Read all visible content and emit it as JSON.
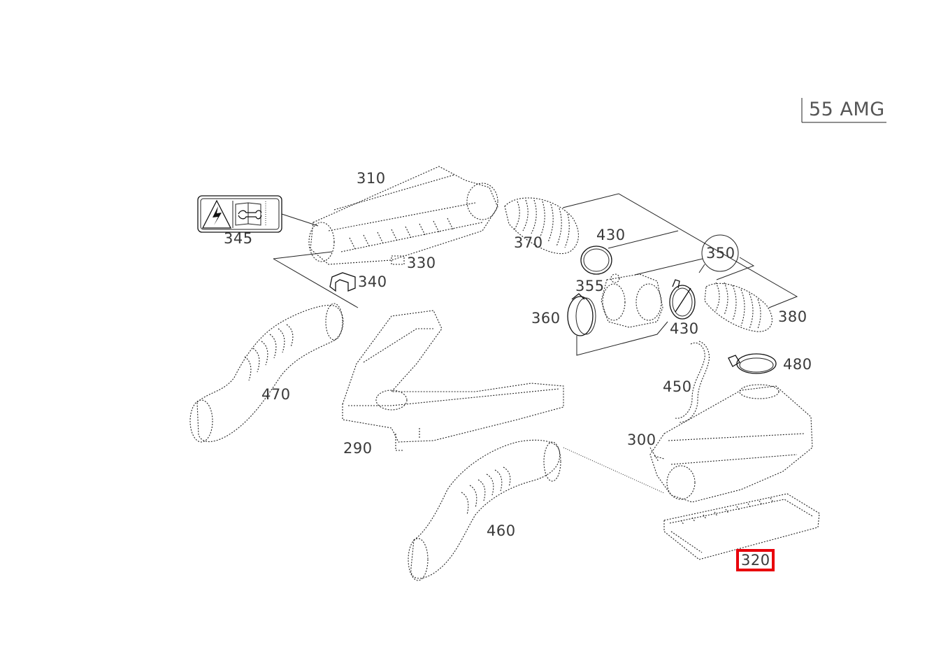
{
  "badge": {
    "text": "55 AMG"
  },
  "diagram": {
    "highlight_color": "#e8000b",
    "highlighted_part": "320",
    "parts": [
      {
        "id": "p310",
        "label": "310"
      },
      {
        "id": "p345",
        "label": "345"
      },
      {
        "id": "p330",
        "label": "330"
      },
      {
        "id": "p340",
        "label": "340"
      },
      {
        "id": "p370",
        "label": "370"
      },
      {
        "id": "p430a",
        "label": "430"
      },
      {
        "id": "p350",
        "label": "350"
      },
      {
        "id": "p355",
        "label": "355"
      },
      {
        "id": "p360",
        "label": "360"
      },
      {
        "id": "p430b",
        "label": "430"
      },
      {
        "id": "p380",
        "label": "380"
      },
      {
        "id": "p480",
        "label": "480"
      },
      {
        "id": "p450",
        "label": "450"
      },
      {
        "id": "p470",
        "label": "470"
      },
      {
        "id": "p290",
        "label": "290"
      },
      {
        "id": "p300",
        "label": "300"
      },
      {
        "id": "p460",
        "label": "460"
      },
      {
        "id": "p320",
        "label": "320"
      }
    ]
  }
}
